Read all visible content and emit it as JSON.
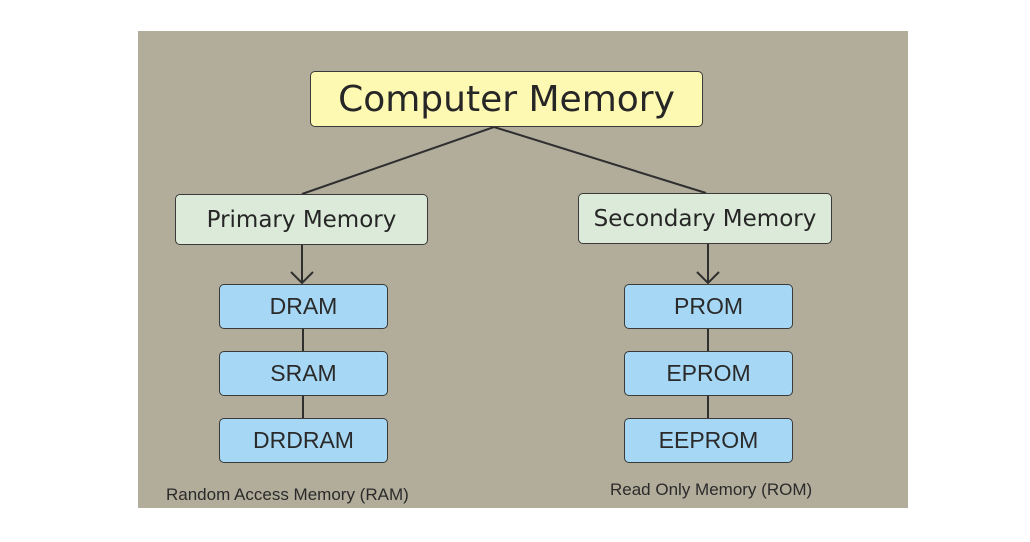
{
  "diagram": {
    "root": {
      "label": "Computer Memory"
    },
    "branches": [
      {
        "label": "Primary Memory",
        "items": [
          "DRAM",
          "SRAM",
          "DRDRAM"
        ],
        "caption": "Random Access Memory (RAM)"
      },
      {
        "label": "Secondary Memory",
        "items": [
          "PROM",
          "EPROM",
          "EEPROM"
        ],
        "caption": "Read Only Memory (ROM)"
      }
    ]
  },
  "colors": {
    "panel_background": "#b2ad9b",
    "root_fill": "#fdf8b2",
    "branch_fill": "#dcebd9",
    "leaf_fill": "#a6d8f5",
    "line_color": "#2f2f2f"
  }
}
